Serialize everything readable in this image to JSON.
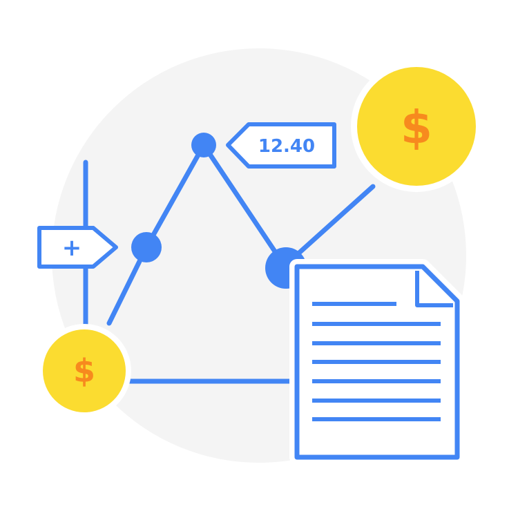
{
  "illustration": {
    "price_tag_value": "12.40",
    "plus_tag_symbol": "+",
    "coin_symbol": "$",
    "document_line_count": 7
  },
  "colors": {
    "background_circle": "#f4f4f4",
    "line_blue": "#4285f4",
    "coin_yellow": "#fbdc30",
    "coin_symbol_orange": "#f78a1e",
    "white": "#ffffff"
  },
  "icons": [
    "line-chart",
    "price-tag",
    "plus-tag",
    "dollar-coin",
    "document-icon"
  ]
}
